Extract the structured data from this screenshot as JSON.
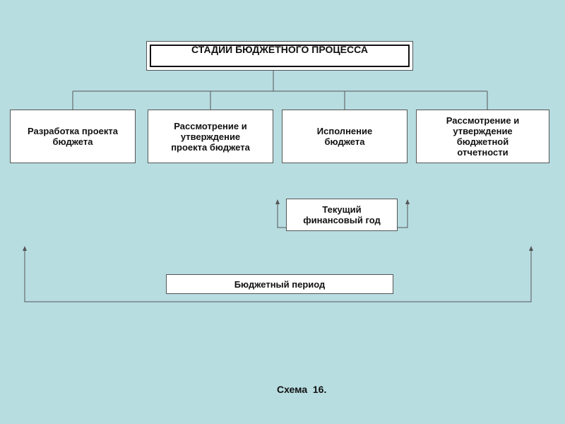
{
  "diagram": {
    "title": "СТАДИИ БЮДЖЕТНОГО ПРОЦЕССА",
    "stages": [
      {
        "label": "Разработка проекта бюджета"
      },
      {
        "label": "Рассмотрение и утверждение проекта бюджета"
      },
      {
        "label": "Исполнение бюджета"
      },
      {
        "label": "Рассмотрение и утверждение бюджетной отчетности"
      }
    ],
    "current_year": "Текущий финансовый год",
    "budget_period": "Бюджетный период",
    "caption": "Схема  16."
  },
  "colors": {
    "background": "#b7dde1",
    "box": "#ffffff",
    "line": "#555555"
  }
}
